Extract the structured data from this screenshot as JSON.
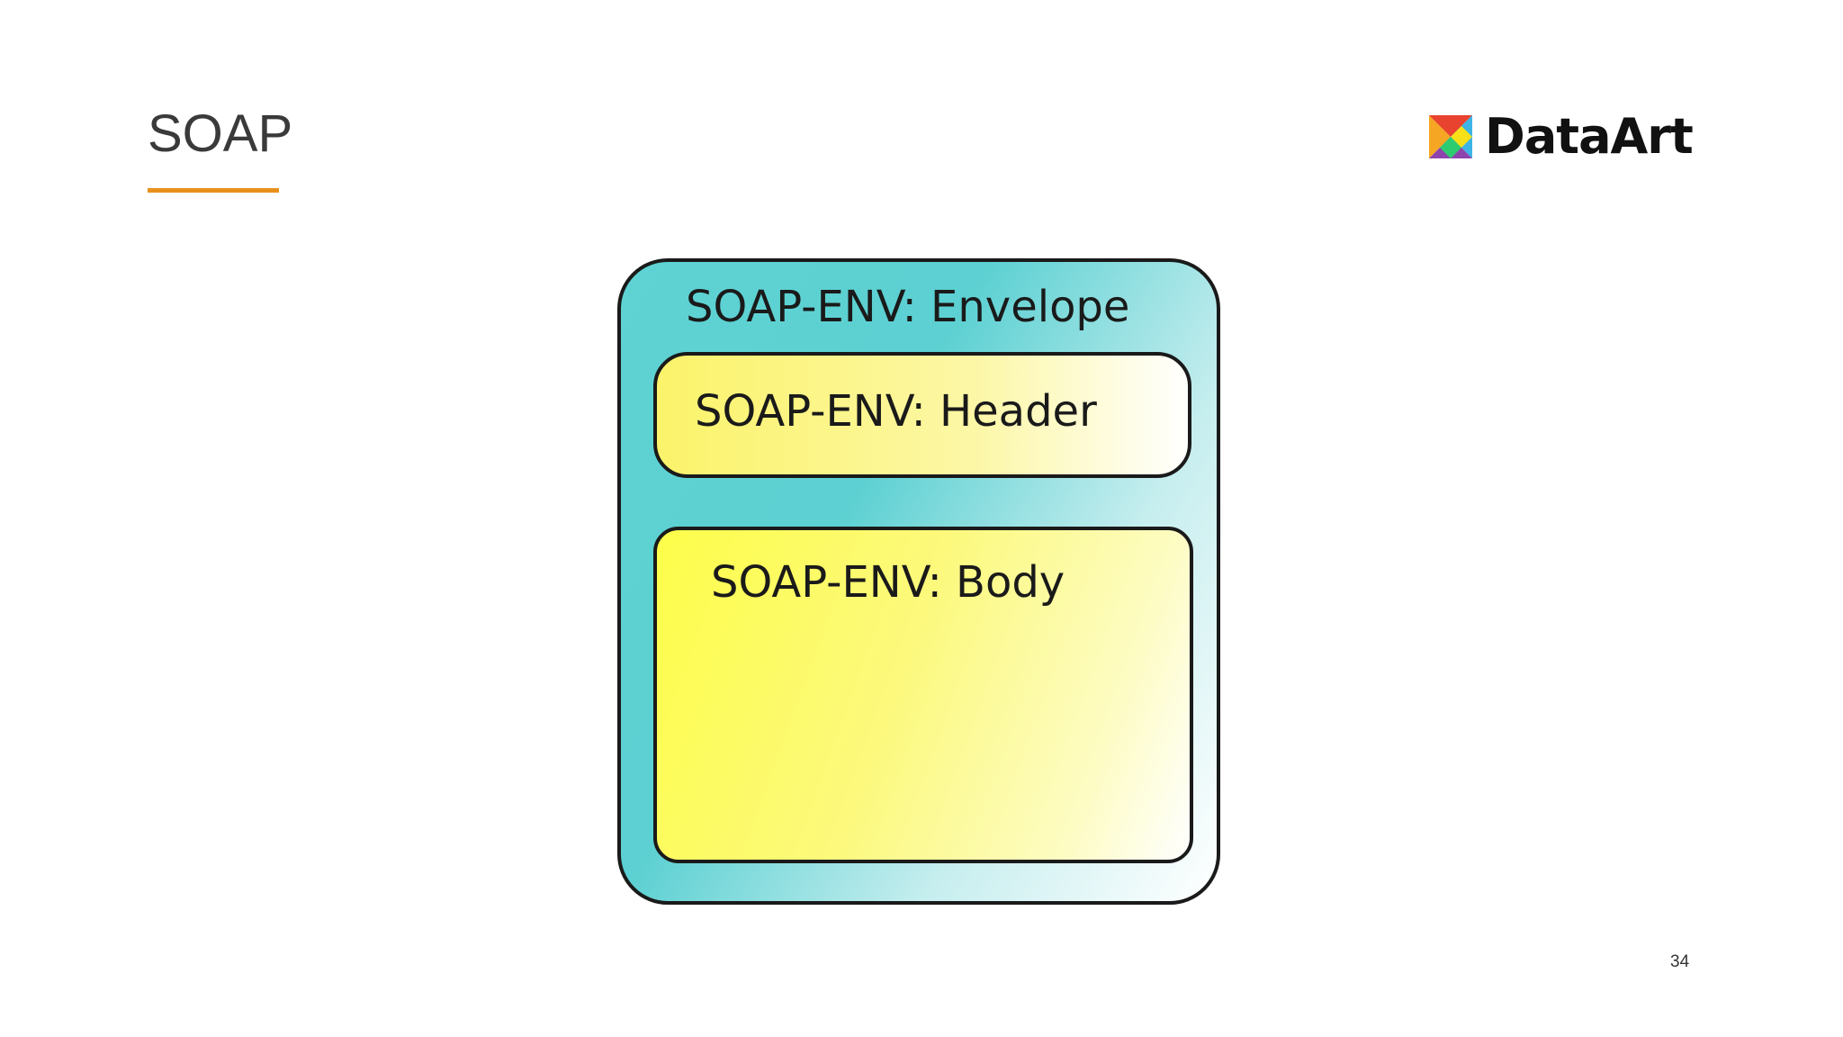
{
  "slide": {
    "title": "SOAP",
    "accent_color": "#e8901c",
    "page_number": "34"
  },
  "logo": {
    "icon": "dataart-logo-icon",
    "text": "DataArt"
  },
  "diagram": {
    "envelope": {
      "label": "SOAP-ENV: Envelope",
      "color": "#5fd3d3"
    },
    "header": {
      "label": "SOAP-ENV: Header",
      "color": "#fbf36a"
    },
    "body": {
      "label": "SOAP-ENV: Body",
      "color": "#fdfd4a"
    }
  }
}
